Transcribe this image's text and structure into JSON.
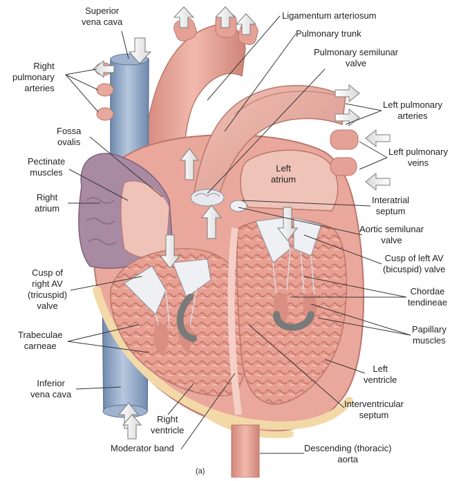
{
  "labels": {
    "superior_vena_cava": [
      "Superior",
      "vena cava"
    ],
    "right_pulmonary_arteries": [
      "Right",
      "pulmonary",
      "arteries"
    ],
    "fossa_ovalis": [
      "Fossa",
      "ovalis"
    ],
    "pectinate_muscles": [
      "Pectinate",
      "muscles"
    ],
    "right_atrium": [
      "Right",
      "atrium"
    ],
    "cusp_right_av": [
      "Cusp of",
      "right AV",
      "(tricuspid)",
      "valve"
    ],
    "trabeculae_carneae": [
      "Trabeculae",
      "carneae"
    ],
    "inferior_vena_cava": [
      "Inferior",
      "vena cava"
    ],
    "right_ventricle": [
      "Right",
      "ventricle"
    ],
    "moderator_band": [
      "Moderator band"
    ],
    "ligamentum_arteriosum": [
      "Ligamentum arteriosum"
    ],
    "pulmonary_trunk": [
      "Pulmonary trunk"
    ],
    "pulmonary_semilunar_valve": [
      "Pulmonary semilunar",
      "valve"
    ],
    "left_pulmonary_arteries": [
      "Left pulmonary",
      "arteries"
    ],
    "left_pulmonary_veins": [
      "Left pulmonary",
      "veins"
    ],
    "left_atrium": [
      "Left",
      "atrium"
    ],
    "interatrial_septum": [
      "Interatrial",
      "septum"
    ],
    "aortic_semilunar_valve": [
      "Aortic semilunar",
      "valve"
    ],
    "cusp_left_av": [
      "Cusp of left AV",
      "(bicuspid) valve"
    ],
    "chordae_tendineae": [
      "Chordae",
      "tendineae"
    ],
    "papillary_muscles": [
      "Papillary",
      "muscles"
    ],
    "left_ventricle": [
      "Left",
      "ventricle"
    ],
    "interventricular_septum": [
      "Interventricular",
      "septum"
    ],
    "descending_aorta": [
      "Descending (thoracic)",
      "aorta"
    ]
  },
  "panel_label": "(a)",
  "colors": {
    "heart_tissue": "#e9a79c",
    "heart_dark": "#cf8478",
    "myocardium_cut": "#f2c3b6",
    "vein_blue": "#8da4c4",
    "vein_blue_dark": "#6f89ad",
    "atrium_purple": "#a88aa3",
    "fat_yellow": "#f3d9a8",
    "valve_white": "#eef0f3",
    "leader_line": "#333333"
  }
}
